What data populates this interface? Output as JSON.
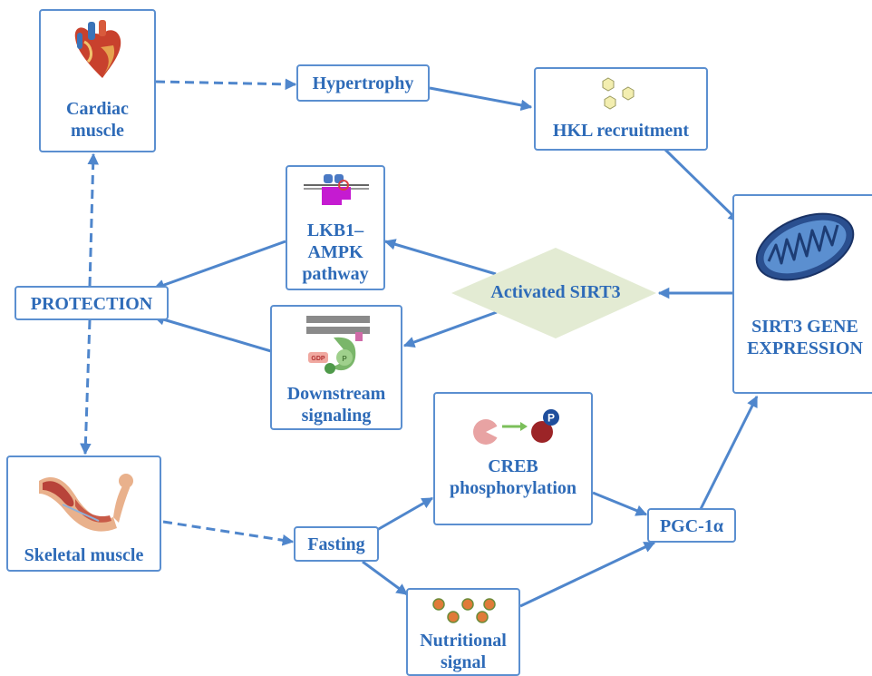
{
  "nodes": {
    "cardiac": "Cardiac muscle",
    "hypertrophy": "Hypertrophy",
    "hkl": "HKL recruitment",
    "lkb1": "LKB1–AMPK pathway",
    "protection": "PROTECTION",
    "activated_sirt3": "Activated SIRT3",
    "downstream": "Downstream signaling",
    "sirt3_gene": "SIRT3 GENE EXPRESSION",
    "skeletal": "Skeletal muscle",
    "fasting": "Fasting",
    "creb": "CREB phosphorylation",
    "pgc": "PGC-1α",
    "nutritional": "Nutritional signal"
  },
  "icon_text": {
    "phospho": "P",
    "gdp": "GDP"
  },
  "colors": {
    "box_border": "#5b8fd0",
    "text": "#2e6bb8",
    "arrow": "#4f86cc",
    "diamond_fill": "#e3ebd3",
    "hexagon_fill": "#f3eeb0",
    "nutrient_fill": "#e07b39"
  }
}
